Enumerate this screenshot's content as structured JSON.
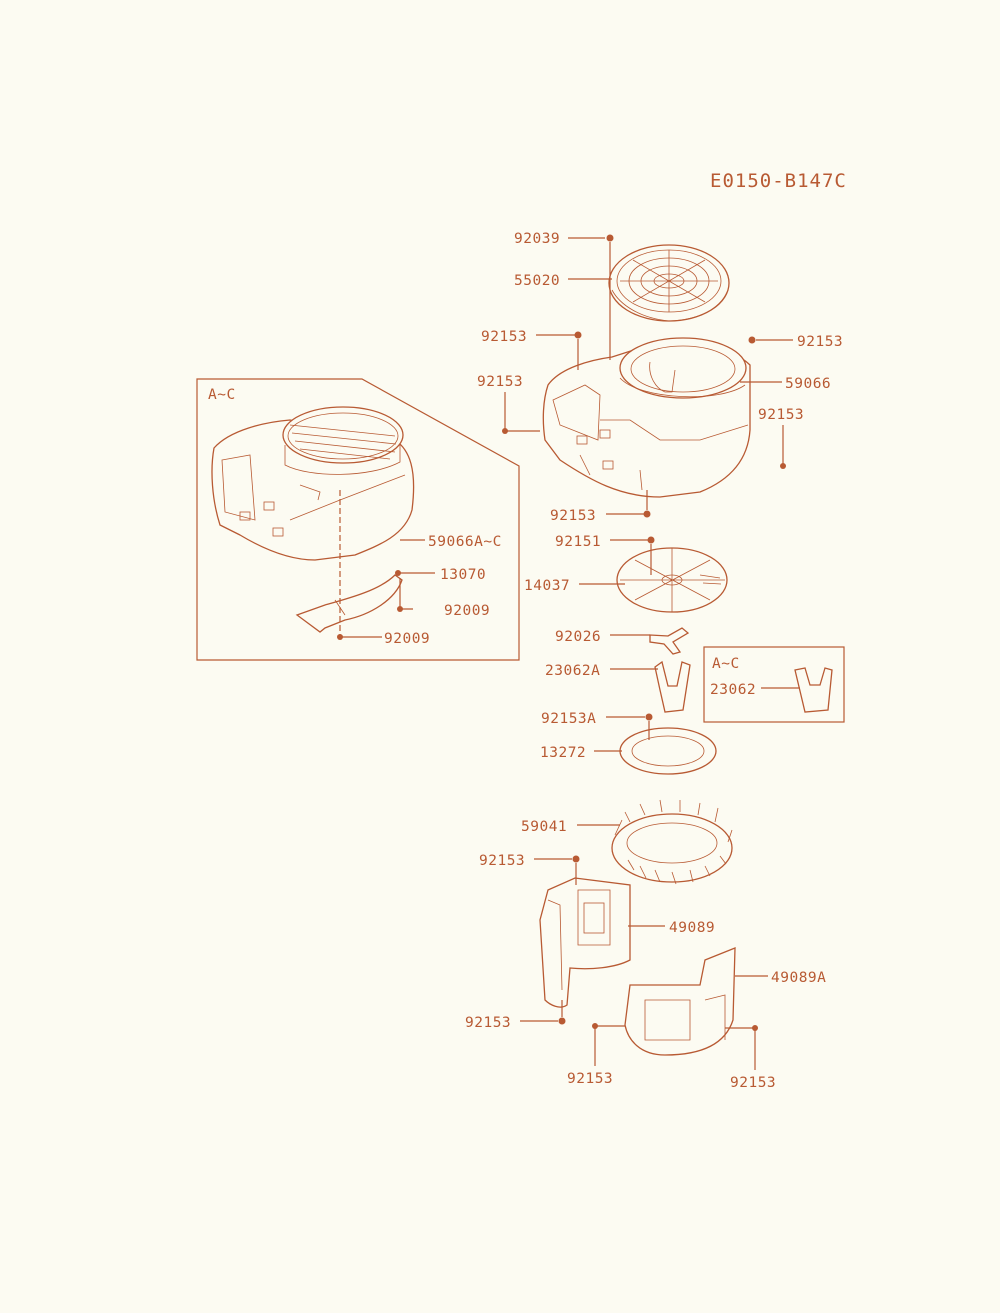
{
  "diagram_code": "E0150-B147C",
  "inset_labels": {
    "main": "A~C",
    "small": "A~C"
  },
  "labels": {
    "p92039": "92039",
    "p55020": "55020",
    "p92153_a": "92153",
    "p92153_b": "92153",
    "p59066": "59066",
    "p92153_c": "92153",
    "p92153_d": "92153",
    "p92153_e": "92153",
    "p92151": "92151",
    "p14037": "14037",
    "p92026": "92026",
    "p23062A": "23062A",
    "p23062": "23062",
    "p92153A": "92153A",
    "p13272": "13272",
    "p59041": "59041",
    "p92153_f": "92153",
    "p49089": "49089",
    "p49089A": "49089A",
    "p92153_g": "92153",
    "p92153_h": "92153",
    "p92153_i": "92153",
    "p59066AC": "59066A~C",
    "p13070": "13070",
    "p92009_a": "92009",
    "p92009_b": "92009"
  },
  "colors": {
    "ink": "#b85a33",
    "paper": "#fcfbf2"
  }
}
